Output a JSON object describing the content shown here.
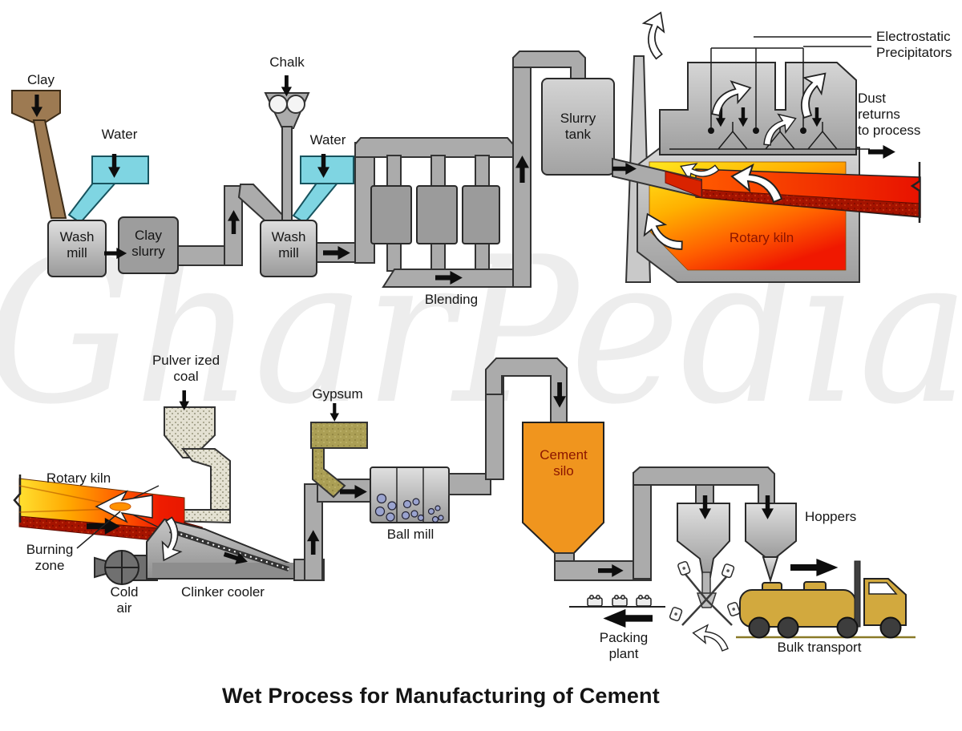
{
  "title": "Wet Process for Manufacturing of Cement",
  "watermark": "GharPedia",
  "colors": {
    "clay_brown": "#9d7a52",
    "water_cyan": "#7fd5e2",
    "silo_orange": "#f0951e",
    "truck_yellow": "#d2a93e",
    "gypsum_olive": "#ab9f55",
    "pipe_gray": "#ababab",
    "label_dark_red": "#8b1500"
  },
  "labels": {
    "clay": "Clay",
    "water_left": "Water",
    "chalk": "Chalk",
    "water_right": "Water",
    "wash_mill_1": "Wash\nmill",
    "clay_slurry": "Clay\nslurry",
    "wash_mill_2": "Wash\nmill",
    "blending": "Blending",
    "slurry_tank": "Slurry\ntank",
    "electrostatic_precipitators": "Electrostatic\nPrecipitators",
    "dust_returns": "Dust\nreturns\nto process",
    "rotary_kiln_top": "Rotary kiln",
    "pulverized_coal": "Pulver ized\ncoal",
    "rotary_kiln_bottom": "Rotary kiln",
    "burning_zone": "Burning\nzone",
    "cold_air": "Cold\nair",
    "clinker_cooler": "Clinker cooler",
    "gypsum": "Gypsum",
    "ball_mill": "Ball mill",
    "cement_silo": "Cement\nsilo",
    "hoppers": "Hoppers",
    "packing_plant": "Packing\nplant",
    "bulk_transport": "Bulk transport"
  }
}
